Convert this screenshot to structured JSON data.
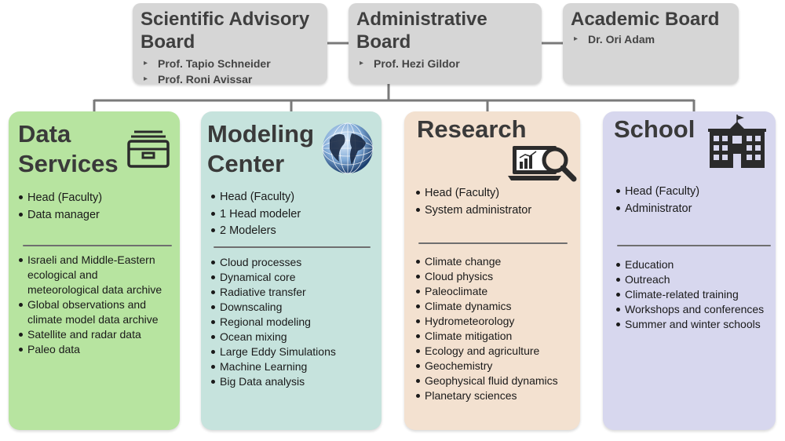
{
  "boards": {
    "scientific": {
      "title_line1": "Scientific Advisory",
      "title_line2": "Board",
      "members": [
        "Prof. Tapio Schneider",
        "Prof. Roni Avissar"
      ]
    },
    "administrative": {
      "title_line1": "Administrative",
      "title_line2": "Board",
      "members": [
        "Prof. Hezi Gildor"
      ]
    },
    "academic": {
      "title": "Academic Board",
      "members": [
        "Dr. Ori Adam"
      ]
    }
  },
  "units": [
    {
      "title_line1": "Data",
      "title_line2": "Services",
      "icon": "filing-cabinet-icon",
      "heads": [
        "Head (Faculty)",
        "Data manager"
      ],
      "topics": [
        "Israeli and Middle-Eastern",
        "ecological and",
        "meteorological data archive",
        "Global observations and",
        "climate model data archive",
        "Satellite and radar data",
        "Paleo data"
      ]
    },
    {
      "title_line1": "Modeling",
      "title_line2": "Center",
      "icon": "globe-icon",
      "heads": [
        "Head (Faculty)",
        "1 Head modeler",
        "2 Modelers"
      ],
      "topics": [
        "Cloud processes",
        "Dynamical core",
        "Radiative transfer",
        "Downscaling",
        "Regional modeling",
        "Ocean mixing",
        "Large Eddy Simulations",
        "Machine Learning",
        "Big Data analysis"
      ]
    },
    {
      "title_line1": "Research",
      "icon": "laptop-analytics-icon",
      "heads": [
        "Head (Faculty)",
        "System administrator"
      ],
      "topics": [
        "Climate change",
        "Cloud physics",
        "Paleoclimate",
        "Climate dynamics",
        "Hydrometeorology",
        "Climate mitigation",
        "Ecology and agriculture",
        "Geochemistry",
        "Geophysical fluid dynamics",
        "Planetary sciences"
      ]
    },
    {
      "title_line1": "School",
      "icon": "school-building-icon",
      "heads": [
        "Head (Faculty)",
        "Administrator"
      ],
      "topics": [
        "Education",
        "Outreach",
        "Climate-related training",
        "Workshops and conferences",
        "Summer and winter schools"
      ]
    }
  ],
  "colors": {
    "board_bg": "#d6d6d6",
    "data_services": "#b7e4a0",
    "modeling_center": "#c6e3dd",
    "research": "#f3e1d0",
    "school": "#d7d7ee",
    "connector": "#7a7a7a"
  }
}
